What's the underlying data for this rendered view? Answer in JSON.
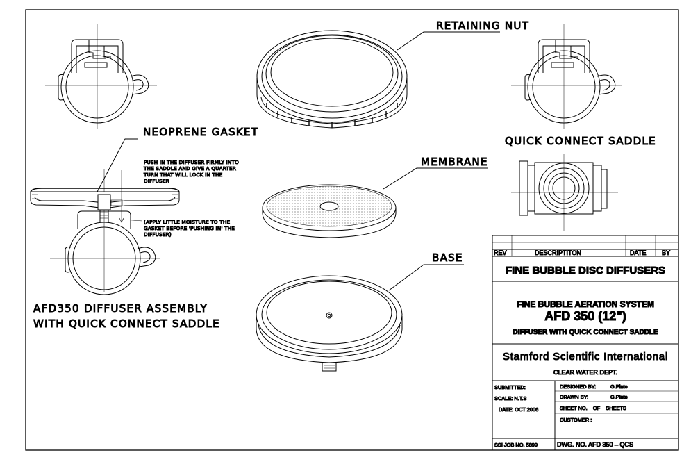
{
  "labels": {
    "retaining_nut": "RETAINING NUT",
    "neoprene_gasket": "NEOPRENE GASKET",
    "membrane": "MEMBRANE",
    "base": "BASE",
    "quick_connect_saddle": "QUICK CONNECT SADDLE",
    "assembly_title_line1": "AFD350 DIFFUSER ASSEMBLY",
    "assembly_title_line2": "WITH QUICK CONNECT SADDLE"
  },
  "notes": {
    "push_in": [
      "PUSH IN THE DIFFUSER FIRMLY INTO",
      "THE SADDLE AND GIVE A QUARTER",
      "TURN THAT WILL LOCK IN THE",
      "DIFFUSER"
    ],
    "moisture": [
      "(APPLY LITTLE MOISTURE TO THE",
      "GASKET BEFORE 'PUSHING IN' THE",
      "DIFFUSER)"
    ]
  },
  "title_block": {
    "rev_header": {
      "rev": "REV",
      "description": "DESCRIPTITON",
      "date": "DATE",
      "by": "BY"
    },
    "product_line": "FINE BUBBLE DISC DIFFUSERS",
    "system_name": "FINE  BUBBLE AERATION SYSTEM",
    "model": "AFD 350 (12\")",
    "subtitle": "DIFFUSER WITH QUICK CONNECT SADDLE",
    "company": "Stamford Scientific International",
    "department": "CLEAR WATER DEPT.",
    "submitted": "SUBMITTED:",
    "scale": "SCALE: N.T.S",
    "date": "DATE: OCT 2006",
    "designed_by": "DESIGNED BY:",
    "designer": "G.Pinto",
    "drawn_by": "DRAWN BY:",
    "drafter": "G.Pinto",
    "sheet": "SHEET NO.    OF    SHEETS",
    "customer": "CUSTOMER :",
    "job_no": "SSI JOB NO. 5899",
    "dwg_no": "DWG. NO. AFD 350 – QCS"
  }
}
